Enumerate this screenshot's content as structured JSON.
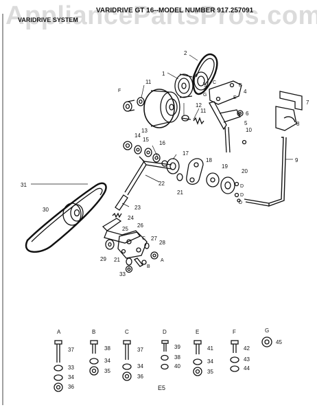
{
  "watermark": "AppliancePartsPros.com",
  "header": {
    "title": "VARIDRIVE GT 16--MODEL NUMBER 917.257091",
    "section": "VARIDRIVE SYSTEM"
  },
  "callouts": {
    "p1": "1",
    "p2": "2",
    "p3": "3",
    "p4": "4",
    "p5": "5",
    "p6": "6",
    "p7": "7",
    "p8": "8",
    "p9": "9",
    "p10": "10",
    "p11a": "11",
    "p11b": "11",
    "p12": "12",
    "p13": "13",
    "p14": "14",
    "p15": "15",
    "p16": "16",
    "p17": "17",
    "p18": "18",
    "p19": "19",
    "p20": "20",
    "p21a": "21",
    "p21b": "21",
    "p22": "22",
    "p23": "23",
    "p24": "24",
    "p25": "25",
    "p26": "26",
    "p27": "27",
    "p28": "28",
    "p29": "29",
    "p30": "30",
    "p31": "31",
    "p33": "33"
  },
  "letters": {
    "F": "F",
    "C1": "C",
    "E1": "E",
    "E2": "E",
    "G": "G",
    "D1": "D",
    "D2": "D",
    "D3": "D",
    "C2": "C",
    "B": "B",
    "A": "A"
  },
  "hardware_groups": [
    {
      "letter": "A",
      "items": [
        "37",
        "33",
        "34",
        "36"
      ]
    },
    {
      "letter": "B",
      "items": [
        "38",
        "34",
        "35"
      ]
    },
    {
      "letter": "C",
      "items": [
        "37",
        "34",
        "36"
      ]
    },
    {
      "letter": "D",
      "items": [
        "39",
        "38",
        "40"
      ]
    },
    {
      "letter": "E",
      "items": [
        "41",
        "34",
        "35"
      ]
    },
    {
      "letter": "F",
      "items": [
        "42",
        "43",
        "44"
      ]
    },
    {
      "letter": "G",
      "items": [
        "45"
      ]
    }
  ],
  "page_number": "E5"
}
